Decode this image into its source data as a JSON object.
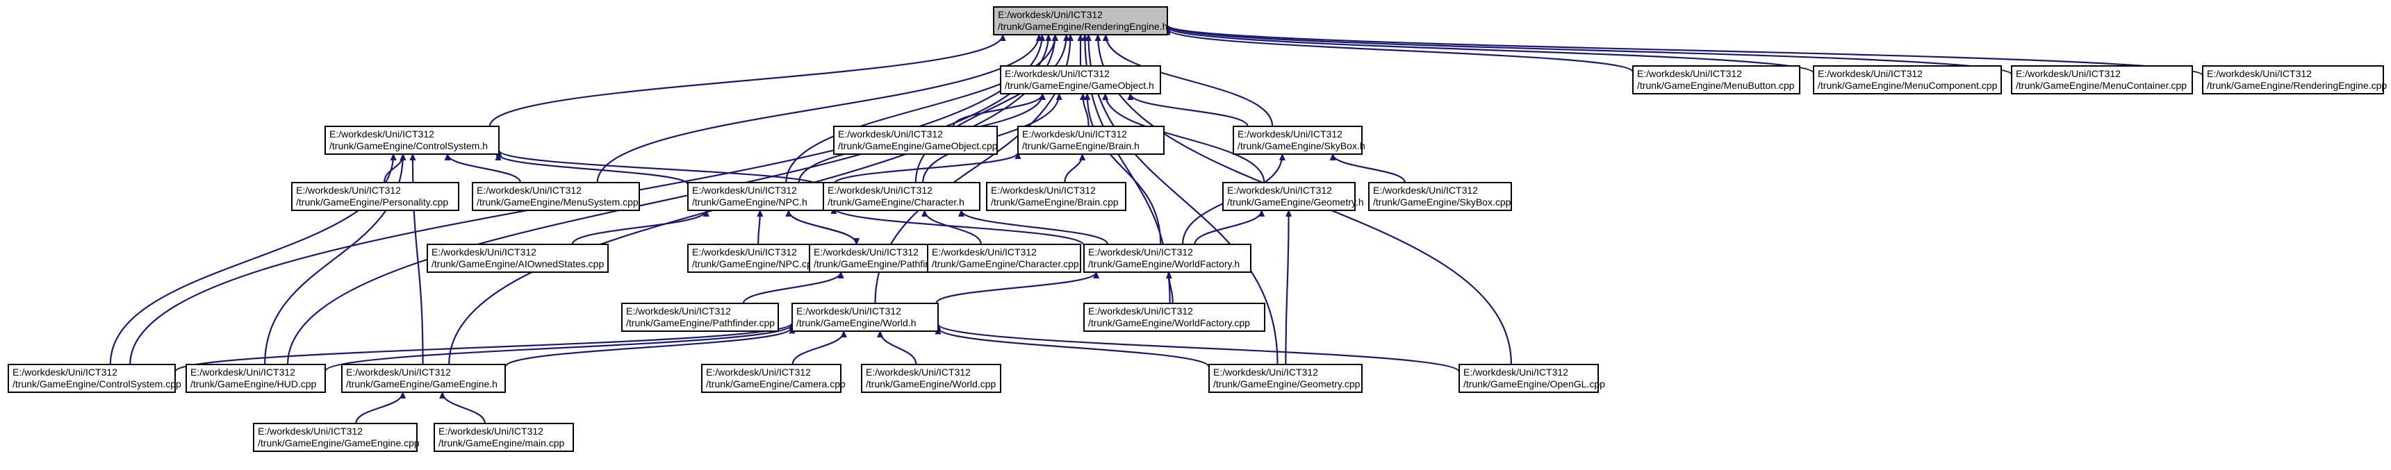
{
  "root": "rendering-engine-h",
  "nodes": [
    {
      "id": "rendering-engine-h",
      "line1": "E:/workdesk/Uni/ICT312",
      "line2": "/trunk/GameEngine/RenderingEngine.h"
    },
    {
      "id": "game-object-h",
      "line1": "E:/workdesk/Uni/ICT312",
      "line2": "/trunk/GameEngine/GameObject.h"
    },
    {
      "id": "menu-button-cpp",
      "line1": "E:/workdesk/Uni/ICT312",
      "line2": "/trunk/GameEngine/MenuButton.cpp"
    },
    {
      "id": "menu-component-cpp",
      "line1": "E:/workdesk/Uni/ICT312",
      "line2": "/trunk/GameEngine/MenuComponent.cpp"
    },
    {
      "id": "menu-container-cpp",
      "line1": "E:/workdesk/Uni/ICT312",
      "line2": "/trunk/GameEngine/MenuContainer.cpp"
    },
    {
      "id": "rendering-engine-cpp",
      "line1": "E:/workdesk/Uni/ICT312",
      "line2": "/trunk/GameEngine/RenderingEngine.cpp"
    },
    {
      "id": "control-system-h",
      "line1": "E:/workdesk/Uni/ICT312",
      "line2": "/trunk/GameEngine/ControlSystem.h"
    },
    {
      "id": "game-object-cpp",
      "line1": "E:/workdesk/Uni/ICT312",
      "line2": "/trunk/GameEngine/GameObject.cpp"
    },
    {
      "id": "brain-h",
      "line1": "E:/workdesk/Uni/ICT312",
      "line2": "/trunk/GameEngine/Brain.h"
    },
    {
      "id": "skybox-h",
      "line1": "E:/workdesk/Uni/ICT312",
      "line2": "/trunk/GameEngine/SkyBox.h"
    },
    {
      "id": "personality-cpp",
      "line1": "E:/workdesk/Uni/ICT312",
      "line2": "/trunk/GameEngine/Personality.cpp"
    },
    {
      "id": "menu-system-cpp",
      "line1": "E:/workdesk/Uni/ICT312",
      "line2": "/trunk/GameEngine/MenuSystem.cpp"
    },
    {
      "id": "npc-h",
      "line1": "E:/workdesk/Uni/ICT312",
      "line2": "/trunk/GameEngine/NPC.h"
    },
    {
      "id": "character-h",
      "line1": "E:/workdesk/Uni/ICT312",
      "line2": "/trunk/GameEngine/Character.h"
    },
    {
      "id": "brain-cpp",
      "line1": "E:/workdesk/Uni/ICT312",
      "line2": "/trunk/GameEngine/Brain.cpp"
    },
    {
      "id": "geometry-h",
      "line1": "E:/workdesk/Uni/ICT312",
      "line2": "/trunk/GameEngine/Geometry.h"
    },
    {
      "id": "skybox-cpp",
      "line1": "E:/workdesk/Uni/ICT312",
      "line2": "/trunk/GameEngine/SkyBox.cpp"
    },
    {
      "id": "ai-owned-states-cpp",
      "line1": "E:/workdesk/Uni/ICT312",
      "line2": "/trunk/GameEngine/AIOwnedStates.cpp"
    },
    {
      "id": "npc-cpp",
      "line1": "E:/workdesk/Uni/ICT312",
      "line2": "/trunk/GameEngine/NPC.cpp"
    },
    {
      "id": "pathfinder-h",
      "line1": "E:/workdesk/Uni/ICT312",
      "line2": "/trunk/GameEngine/Pathfinder.h"
    },
    {
      "id": "character-cpp",
      "line1": "E:/workdesk/Uni/ICT312",
      "line2": "/trunk/GameEngine/Character.cpp"
    },
    {
      "id": "world-factory-h",
      "line1": "E:/workdesk/Uni/ICT312",
      "line2": "/trunk/GameEngine/WorldFactory.h"
    },
    {
      "id": "pathfinder-cpp",
      "line1": "E:/workdesk/Uni/ICT312",
      "line2": "/trunk/GameEngine/Pathfinder.cpp"
    },
    {
      "id": "world-h",
      "line1": "E:/workdesk/Uni/ICT312",
      "line2": "/trunk/GameEngine/World.h"
    },
    {
      "id": "world-factory-cpp",
      "line1": "E:/workdesk/Uni/ICT312",
      "line2": "/trunk/GameEngine/WorldFactory.cpp"
    },
    {
      "id": "control-system-cpp",
      "line1": "E:/workdesk/Uni/ICT312",
      "line2": "/trunk/GameEngine/ControlSystem.cpp"
    },
    {
      "id": "hud-cpp",
      "line1": "E:/workdesk/Uni/ICT312",
      "line2": "/trunk/GameEngine/HUD.cpp"
    },
    {
      "id": "game-engine-h",
      "line1": "E:/workdesk/Uni/ICT312",
      "line2": "/trunk/GameEngine/GameEngine.h"
    },
    {
      "id": "camera-cpp",
      "line1": "E:/workdesk/Uni/ICT312",
      "line2": "/trunk/GameEngine/Camera.cpp"
    },
    {
      "id": "world-cpp",
      "line1": "E:/workdesk/Uni/ICT312",
      "line2": "/trunk/GameEngine/World.cpp"
    },
    {
      "id": "geometry-cpp",
      "line1": "E:/workdesk/Uni/ICT312",
      "line2": "/trunk/GameEngine/Geometry.cpp"
    },
    {
      "id": "opengl-cpp",
      "line1": "E:/workdesk/Uni/ICT312",
      "line2": "/trunk/GameEngine/OpenGL.cpp"
    },
    {
      "id": "game-engine-cpp",
      "line1": "E:/workdesk/Uni/ICT312",
      "line2": "/trunk/GameEngine/GameEngine.cpp"
    },
    {
      "id": "main-cpp",
      "line1": "E:/workdesk/Uni/ICT312",
      "line2": "/trunk/GameEngine/main.cpp"
    }
  ],
  "edges": [
    {
      "from": "game-object-h",
      "to": "rendering-engine-h"
    },
    {
      "from": "menu-button-cpp",
      "to": "rendering-engine-h"
    },
    {
      "from": "menu-component-cpp",
      "to": "rendering-engine-h"
    },
    {
      "from": "menu-container-cpp",
      "to": "rendering-engine-h"
    },
    {
      "from": "rendering-engine-cpp",
      "to": "rendering-engine-h"
    },
    {
      "from": "control-system-h",
      "to": "rendering-engine-h"
    },
    {
      "from": "skybox-h",
      "to": "rendering-engine-h"
    },
    {
      "from": "menu-system-cpp",
      "to": "rendering-engine-h"
    },
    {
      "from": "npc-h",
      "to": "rendering-engine-h"
    },
    {
      "from": "character-h",
      "to": "rendering-engine-h"
    },
    {
      "from": "world-h",
      "to": "rendering-engine-h"
    },
    {
      "from": "world-factory-cpp",
      "to": "rendering-engine-h"
    },
    {
      "from": "control-system-cpp",
      "to": "rendering-engine-h"
    },
    {
      "from": "hud-cpp",
      "to": "rendering-engine-h"
    },
    {
      "from": "game-engine-h",
      "to": "rendering-engine-h"
    },
    {
      "from": "geometry-cpp",
      "to": "rendering-engine-h"
    },
    {
      "from": "opengl-cpp",
      "to": "rendering-engine-h"
    },
    {
      "from": "game-object-cpp",
      "to": "game-object-h"
    },
    {
      "from": "brain-h",
      "to": "game-object-h"
    },
    {
      "from": "skybox-h",
      "to": "game-object-h"
    },
    {
      "from": "npc-h",
      "to": "game-object-h"
    },
    {
      "from": "character-h",
      "to": "game-object-h"
    },
    {
      "from": "geometry-h",
      "to": "game-object-h"
    },
    {
      "from": "world-factory-h",
      "to": "game-object-h"
    },
    {
      "from": "personality-cpp",
      "to": "control-system-h"
    },
    {
      "from": "menu-system-cpp",
      "to": "control-system-h"
    },
    {
      "from": "npc-h",
      "to": "control-system-h"
    },
    {
      "from": "character-h",
      "to": "control-system-h"
    },
    {
      "from": "control-system-cpp",
      "to": "control-system-h"
    },
    {
      "from": "hud-cpp",
      "to": "control-system-h"
    },
    {
      "from": "game-engine-h",
      "to": "control-system-h"
    },
    {
      "from": "npc-h",
      "to": "brain-h"
    },
    {
      "from": "brain-cpp",
      "to": "brain-h"
    },
    {
      "from": "skybox-cpp",
      "to": "skybox-h"
    },
    {
      "from": "world-factory-h",
      "to": "skybox-h"
    },
    {
      "from": "ai-owned-states-cpp",
      "to": "npc-h"
    },
    {
      "from": "npc-cpp",
      "to": "npc-h"
    },
    {
      "from": "pathfinder-h",
      "to": "npc-h"
    },
    {
      "from": "world-factory-h",
      "to": "npc-h"
    },
    {
      "from": "character-cpp",
      "to": "character-h"
    },
    {
      "from": "world-factory-h",
      "to": "character-h"
    },
    {
      "from": "world-factory-h",
      "to": "geometry-h"
    },
    {
      "from": "geometry-cpp",
      "to": "geometry-h"
    },
    {
      "from": "pathfinder-cpp",
      "to": "pathfinder-h"
    },
    {
      "from": "npc-h",
      "to": "pathfinder-h"
    },
    {
      "from": "world-h",
      "to": "world-factory-h"
    },
    {
      "from": "world-factory-cpp",
      "to": "world-factory-h"
    },
    {
      "from": "control-system-cpp",
      "to": "world-h"
    },
    {
      "from": "hud-cpp",
      "to": "world-h"
    },
    {
      "from": "game-engine-h",
      "to": "world-h"
    },
    {
      "from": "camera-cpp",
      "to": "world-h"
    },
    {
      "from": "world-cpp",
      "to": "world-h"
    },
    {
      "from": "geometry-cpp",
      "to": "world-h"
    },
    {
      "from": "opengl-cpp",
      "to": "world-h"
    },
    {
      "from": "game-engine-cpp",
      "to": "game-engine-h"
    },
    {
      "from": "main-cpp",
      "to": "game-engine-h"
    }
  ]
}
